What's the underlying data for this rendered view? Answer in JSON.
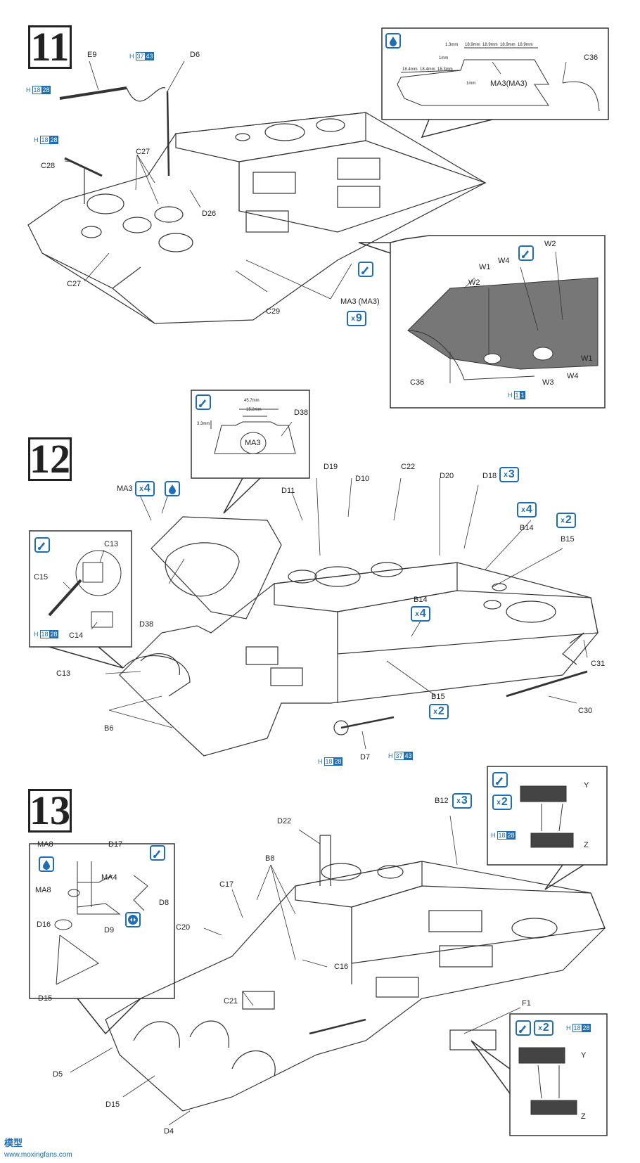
{
  "steps": [
    "11",
    "12",
    "13"
  ],
  "step11": {
    "labels": [
      "E9",
      "D6",
      "C28",
      "C27",
      "D26",
      "C27",
      "C29",
      "MA3 (MA3)",
      "C36",
      "W2",
      "W1",
      "W4",
      "W2",
      "C36",
      "W3",
      "W4",
      "W1"
    ],
    "inset_labels": [
      "1.3mm",
      "18.9mm",
      "18.9mm",
      "18.9mm",
      "18.9mm",
      "18.4mm",
      "18.4mm",
      "18.3mm",
      "MA3(MA3)",
      "C36",
      "1mm",
      "1mm"
    ],
    "mult_count": "9",
    "href_e9": {
      "prefix": "H",
      "a": "18",
      "b": "28"
    },
    "href_d6": {
      "prefix": "H",
      "a": "37",
      "b": "43"
    },
    "href_c28": {
      "prefix": "H",
      "a": "18",
      "b": "28"
    },
    "href_w": {
      "prefix": "H",
      "a": "1",
      "b": "1"
    }
  },
  "step12": {
    "labels": [
      "D38",
      "MA3",
      "D38",
      "D19",
      "D10",
      "C22",
      "D20",
      "D18",
      "D11",
      "B14",
      "B15",
      "C13",
      "C15",
      "C14",
      "B14",
      "C13",
      "B6",
      "B15",
      "C31",
      "C30",
      "D7"
    ],
    "inset_labels": [
      "45.7mm",
      "15.2mm",
      "3.3mm",
      "MA3"
    ],
    "mult_ma3": "4",
    "mult_d18": "3",
    "mult_a": "4",
    "mult_b": "2",
    "mult_b14": "4",
    "mult_b15": "2",
    "href_c15": {
      "prefix": "H",
      "a": "18",
      "b": "28"
    },
    "href_d7a": {
      "prefix": "H",
      "a": "18",
      "b": "28"
    },
    "href_d7b": {
      "prefix": "H",
      "a": "37",
      "b": "43"
    }
  },
  "step13": {
    "labels": [
      "MA8",
      "D17",
      "MA4",
      "D8",
      "MA8",
      "D9",
      "D16",
      "D15",
      "D22",
      "B8",
      "C17",
      "C20",
      "C16",
      "C21",
      "D5",
      "D15",
      "D4",
      "B12",
      "F1",
      "Y",
      "Z",
      "Y",
      "Z"
    ],
    "mult_b12": "3",
    "mult_yz_top": "2",
    "mult_yz_bot": "2",
    "href_yz_top": {
      "prefix": "H",
      "a": "18",
      "b": "28"
    },
    "href_yz_bot": {
      "prefix": "H",
      "a": "18",
      "b": "28"
    }
  },
  "watermark": "模型",
  "watermark_url": "www.moxingfans.com",
  "colors": {
    "accent": "#1f6db3",
    "line": "#333333"
  }
}
